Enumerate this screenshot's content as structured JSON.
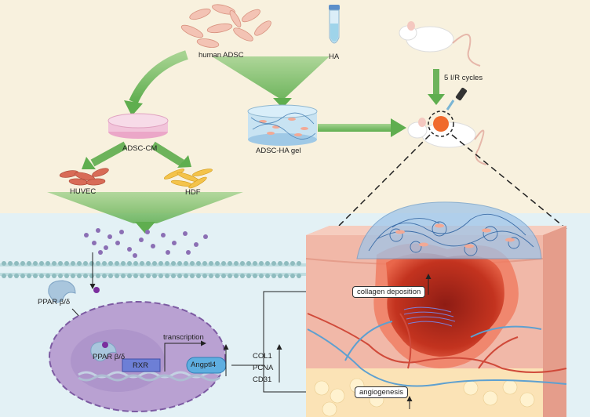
{
  "labels": {
    "human_adsc": "human ADSC",
    "ha": "HA",
    "ir_cycles": "5 I/R cycles",
    "adsc_cm": "ADSC-CM",
    "adsc_ha_gel": "ADSC-HA gel",
    "huvec": "HUVEC",
    "hdf": "HDF",
    "ppar_outer": "PPAR β/δ",
    "ppar_inner": "PPAR β/δ",
    "rxr": "RXR",
    "transcription": "transcription",
    "angptl4": "Angptl4",
    "col1": "COL1",
    "pcna": "PCNA",
    "cd31": "CD31",
    "collagen_deposition": "collagen deposition",
    "angiogenesis": "angiogenesis"
  },
  "colors": {
    "top_bg": "#f8f1de",
    "bottom_bg": "#e3f1f5",
    "arrow_green": "#6db35b",
    "membrane": "#8fbcbf",
    "nucleus": "#9b7bb8",
    "ppar": "#a9c6dd",
    "rxr": "#6d7fd6",
    "angptl4": "#5eaee0",
    "wound": "#b3261e",
    "gel": "#9fc4e8"
  }
}
